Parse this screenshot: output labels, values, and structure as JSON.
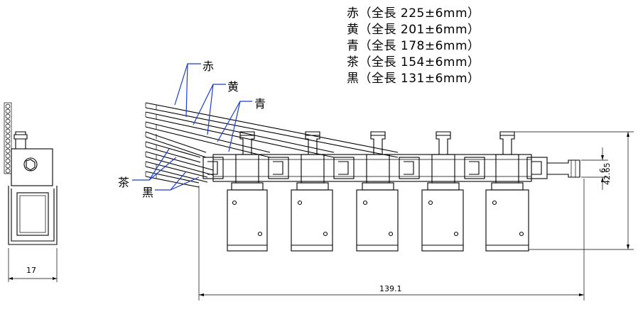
{
  "legend": {
    "red": "赤（全長 225±6mm）",
    "yellow": "黄（全長 201±6mm）",
    "blue": "青（全長 178±6mm）",
    "brown": "茶（全長 154±6mm）",
    "black": "黒（全長 131±6mm）"
  },
  "wire_labels": {
    "red": "赤",
    "yellow": "黄",
    "blue": "青",
    "brown": "茶",
    "black": "黒"
  },
  "dimensions": {
    "side_width": "17",
    "total_length": "139.1",
    "height": "42.65",
    "port": "6"
  },
  "colors": {
    "leader_lines": "#1a3fd0",
    "drawing": "#000000"
  }
}
